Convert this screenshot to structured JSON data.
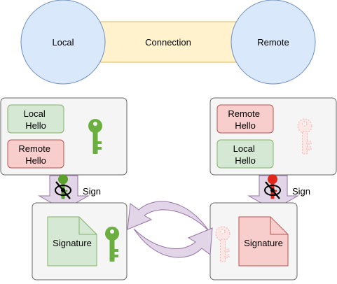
{
  "nodes": {
    "local": "Local",
    "connection": "Connection",
    "remote": "Remote"
  },
  "left_panel": {
    "hello_local": [
      "Local",
      "Hello"
    ],
    "hello_remote": [
      "Remote",
      "Hello"
    ],
    "sign_label": "Sign",
    "signature_label": "Signature"
  },
  "right_panel": {
    "hello_remote": [
      "Remote",
      "Hello"
    ],
    "hello_local": [
      "Local",
      "Hello"
    ],
    "sign_label": "Sign",
    "signature_label": "Signature"
  },
  "icons": {
    "key_left": "key-icon",
    "key_right": "key-icon",
    "sign_left": "hidden-eye-icon",
    "sign_right": "hidden-eye-icon"
  },
  "colors": {
    "circle_fill": "#dae8fc",
    "circle_stroke": "#6c8ebf",
    "connection_fill": "#fff2cc",
    "connection_stroke": "#d6b656",
    "panel_fill": "#f5f5f5",
    "panel_stroke": "#666666",
    "green_fill": "#d5e8d4",
    "green_stroke": "#82b366",
    "red_fill": "#f8cecc",
    "red_stroke": "#b85450",
    "arrow_fill": "#e1d5e7",
    "arrow_stroke": "#9673a6",
    "key_green": "#6aaf3f",
    "key_red_light": "#f5c6c3",
    "key_red": "#e0271b"
  }
}
